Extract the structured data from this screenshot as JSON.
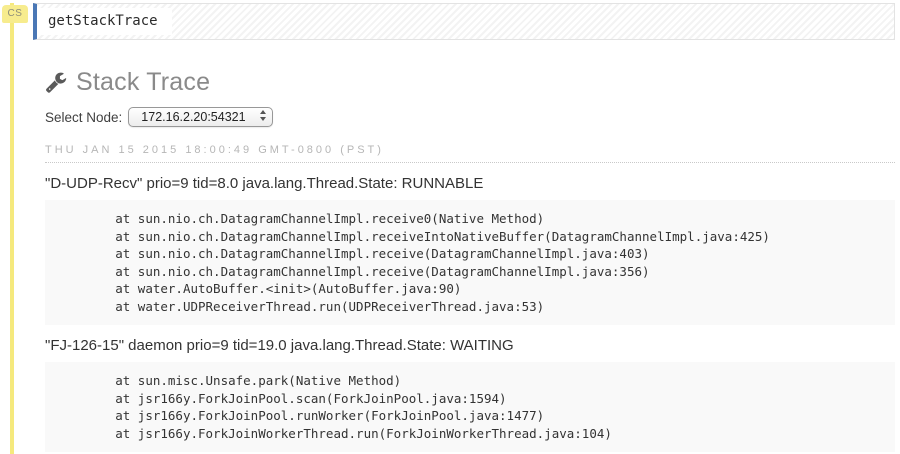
{
  "cell": {
    "badge": "CS",
    "code": "getStackTrace"
  },
  "output": {
    "title": "Stack Trace",
    "select_node_label": "Select Node:",
    "selected_node": "172.16.2.20:54321",
    "timestamp": "THU JAN 15 2015 18:00:49 GMT-0800 (PST)",
    "threads": [
      {
        "header": "\"D-UDP-Recv\" prio=9 tid=8.0 java.lang.Thread.State: RUNNABLE",
        "frames": [
          "\tat sun.nio.ch.DatagramChannelImpl.receive0(Native Method)",
          "\tat sun.nio.ch.DatagramChannelImpl.receiveIntoNativeBuffer(DatagramChannelImpl.java:425)",
          "\tat sun.nio.ch.DatagramChannelImpl.receive(DatagramChannelImpl.java:403)",
          "\tat sun.nio.ch.DatagramChannelImpl.receive(DatagramChannelImpl.java:356)",
          "\tat water.AutoBuffer.<init>(AutoBuffer.java:90)",
          "\tat water.UDPReceiverThread.run(UDPReceiverThread.java:53)"
        ]
      },
      {
        "header": "\"FJ-126-15\" daemon prio=9 tid=19.0 java.lang.Thread.State: WAITING",
        "frames": [
          "\tat sun.misc.Unsafe.park(Native Method)",
          "\tat jsr166y.ForkJoinPool.scan(ForkJoinPool.java:1594)",
          "\tat jsr166y.ForkJoinPool.runWorker(ForkJoinPool.java:1477)",
          "\tat jsr166y.ForkJoinWorkerThread.run(ForkJoinWorkerThread.java:104)"
        ]
      }
    ]
  },
  "icons": {
    "wrench": "wrench-icon"
  },
  "colors": {
    "rail_yellow": "#f5e97d",
    "badge_yellow": "#f7ec8e",
    "cell_blue": "#4a77b5",
    "heading_gray": "#8a8a8a",
    "timestamp_gray": "#b6b6b6",
    "pre_background": "#f9f9f9",
    "text_dark": "#333333"
  }
}
